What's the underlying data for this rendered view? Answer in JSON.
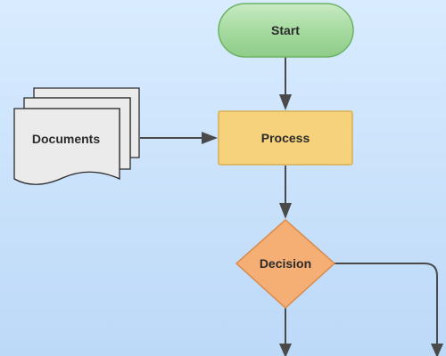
{
  "nodes": {
    "start": "Start",
    "documents": "Documents",
    "process": "Process",
    "decision": "Decision"
  },
  "colors": {
    "start_fill": "#9fd49a",
    "start_stroke": "#6cb366",
    "process_fill": "#f5d27b",
    "process_stroke": "#d9b050",
    "decision_fill": "#f5ae74",
    "decision_stroke": "#d98a4d",
    "documents_fill": "#ebebeb",
    "documents_stroke": "#2b2b2b",
    "connector": "#4a4a4a"
  }
}
